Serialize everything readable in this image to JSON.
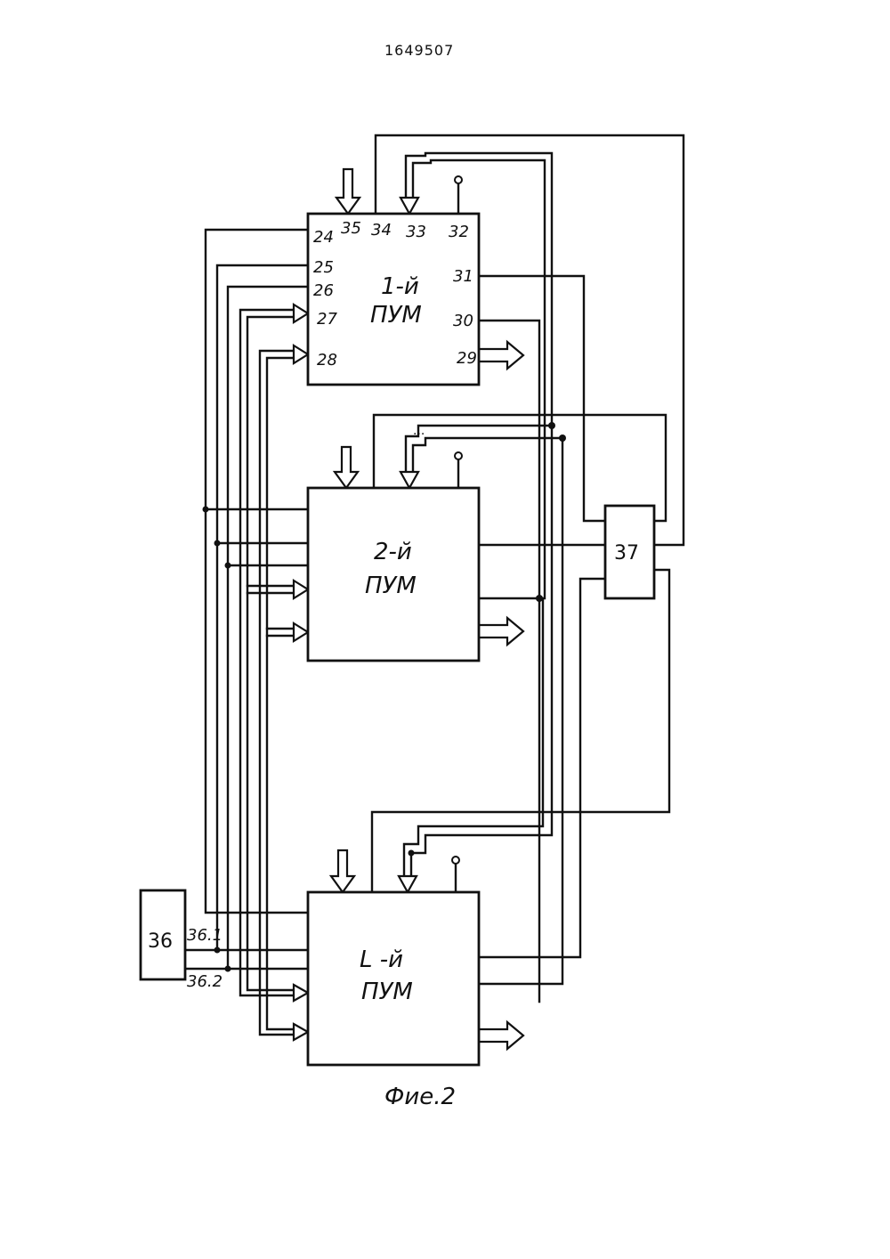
{
  "document_number": "1649507",
  "caption": "Фие.2",
  "blocks": {
    "pum1": {
      "title": "1-й",
      "subtitle": "ПУМ"
    },
    "pum2": {
      "title": "2-й",
      "subtitle": "ПУМ"
    },
    "pumL": {
      "title": "L -й",
      "subtitle": "ПУМ"
    },
    "block37": {
      "label": "37"
    },
    "block36": {
      "label": "36"
    }
  },
  "pins": {
    "p24": "24",
    "p25": "25",
    "p26": "26",
    "p27": "27",
    "p28": "28",
    "p29": "29",
    "p30": "30",
    "p31": "31",
    "p32": "32",
    "p33": "33",
    "p34": "34",
    "p35": "35",
    "o361": "36.1",
    "o362": "36.2"
  },
  "ellipsis": "..."
}
